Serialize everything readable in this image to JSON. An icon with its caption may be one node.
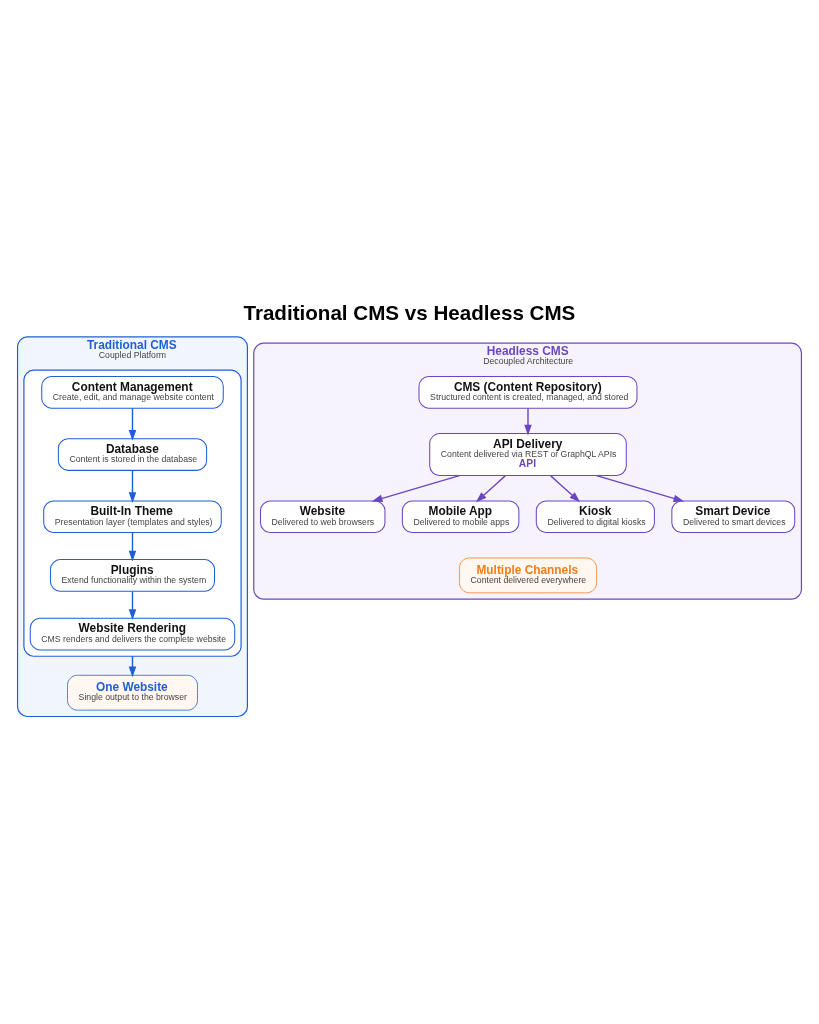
{
  "diagram": {
    "title": "Traditional CMS vs Headless CMS",
    "nodes": [
      {
        "text": [
          "Traditional CMS",
          "Coupled Platform"
        ]
      },
      {
        "text": [],
        "shape": "box",
        "in": 0
      },
      {
        "text": [
          "Content Management",
          "Create, edit, and manage website content"
        ],
        "in": 1
      },
      {
        "text": [
          "Database",
          "Content is stored in the database"
        ],
        "in": 1
      },
      {
        "text": [
          "Built-In Theme",
          "Presentation layer (templates and styles)"
        ],
        "in": 1
      },
      {
        "text": [
          "Plugins",
          "Extend functionality within the system"
        ],
        "in": 1
      },
      {
        "text": [
          "Website Rendering",
          "CMS renders and delivers the complete website"
        ],
        "in": 1
      },
      {
        "text": [
          "One Website",
          "Single output to the browser"
        ],
        "in": 0
      },
      {
        "text": [
          "Headless CMS",
          "Decoupled Architecture"
        ]
      },
      {
        "text": [
          "CMS (Content Repository)",
          "Structured content is created, managed, and stored"
        ],
        "in": 8
      },
      {
        "text": [
          "API Delivery",
          "Content delivered via REST or GraphQL APIs",
          "API"
        ],
        "in": 8
      },
      {
        "text": [
          "Website",
          "Delivered to web browsers"
        ],
        "in": 8
      },
      {
        "text": [
          "Mobile App",
          "Delivered to mobile apps"
        ],
        "in": 8
      },
      {
        "text": [
          "Kiosk",
          "Delivered to digital kiosks"
        ],
        "in": 8
      },
      {
        "text": [
          "Smart Device",
          "Delivered to smart devices"
        ],
        "in": 8
      },
      {
        "text": [
          "Multiple Channels",
          "Content delivered everywhere"
        ],
        "in": 8
      }
    ],
    "edges": [
      {
        "from": 2,
        "to": 3,
        "arrow": "to"
      },
      {
        "from": 3,
        "to": 4,
        "arrow": "to"
      },
      {
        "from": 4,
        "to": 5,
        "arrow": "to"
      },
      {
        "from": 5,
        "to": 6,
        "arrow": "to"
      },
      {
        "from": 1,
        "to": 7,
        "arrow": "to"
      },
      {
        "from": 9,
        "to": 10,
        "arrow": "to"
      },
      {
        "from": 10,
        "to": 11,
        "arrow": "to"
      },
      {
        "from": 10,
        "to": 12,
        "arrow": "to"
      },
      {
        "from": 10,
        "to": 13,
        "arrow": "to"
      },
      {
        "from": 10,
        "to": 14,
        "arrow": "to"
      }
    ]
  }
}
